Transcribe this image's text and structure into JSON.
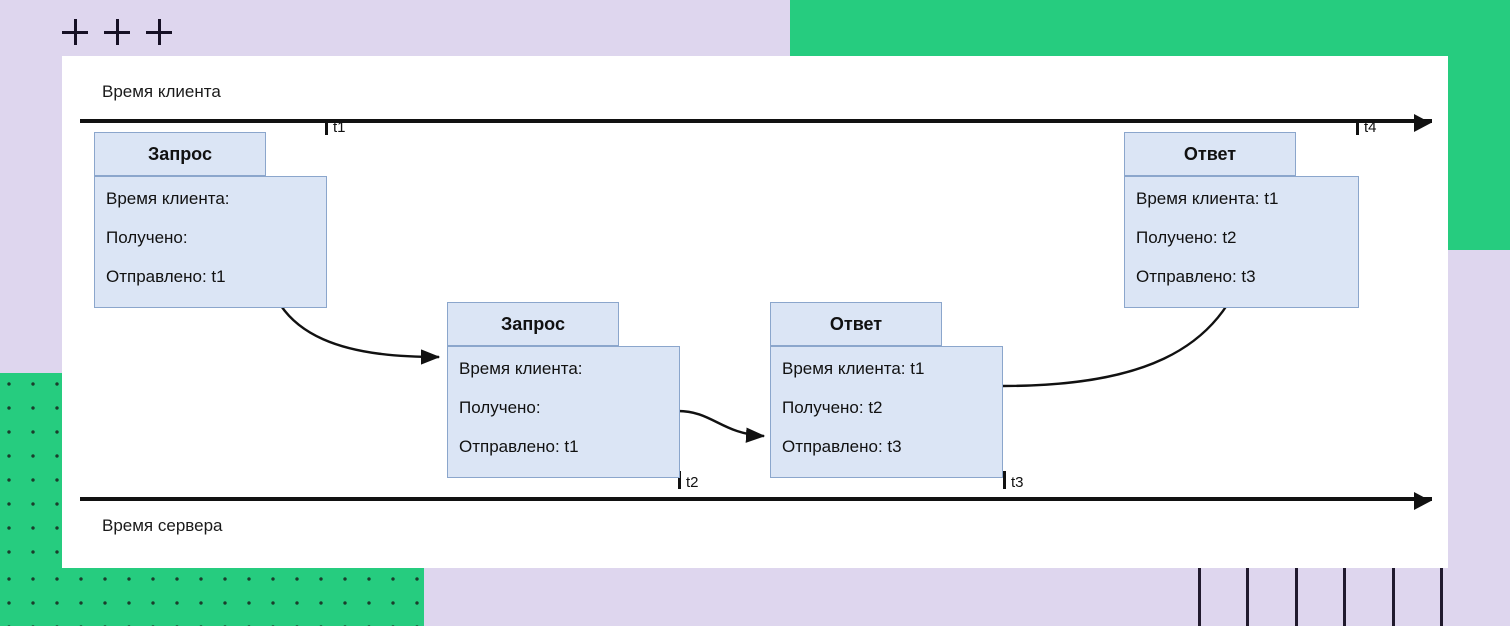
{
  "diagram": {
    "top_axis": {
      "label": "Время клиента",
      "ticks": [
        {
          "id": "t1",
          "label": "t1"
        },
        {
          "id": "t4",
          "label": "t4"
        }
      ]
    },
    "bottom_axis": {
      "label": "Время сервера",
      "ticks": [
        {
          "id": "t2",
          "label": "t2"
        },
        {
          "id": "t3",
          "label": "t3"
        }
      ]
    },
    "nodes": [
      {
        "id": "client-request",
        "title": "Запрос",
        "lines": [
          "Время клиента:",
          "Получено:",
          "Отправлено: t1"
        ]
      },
      {
        "id": "server-request",
        "title": "Запрос",
        "lines": [
          "Время клиента:",
          "Получено:",
          "Отправлено: t1"
        ]
      },
      {
        "id": "server-response",
        "title": "Ответ",
        "lines": [
          "Время клиента: t1",
          "Получено: t2",
          "Отправлено: t3"
        ]
      },
      {
        "id": "client-response",
        "title": "Ответ",
        "lines": [
          "Время клиента: t1",
          "Получено: t2",
          "Отправлено: t3"
        ]
      }
    ],
    "colors": {
      "node_fill": "#dbe5f5",
      "node_border": "#8ba6cc",
      "axis": "#111111",
      "accent_green": "#26cc7f",
      "accent_lavender": "#ded6ee"
    },
    "decor": {
      "plus_count": 3,
      "vline_count": 6
    }
  }
}
